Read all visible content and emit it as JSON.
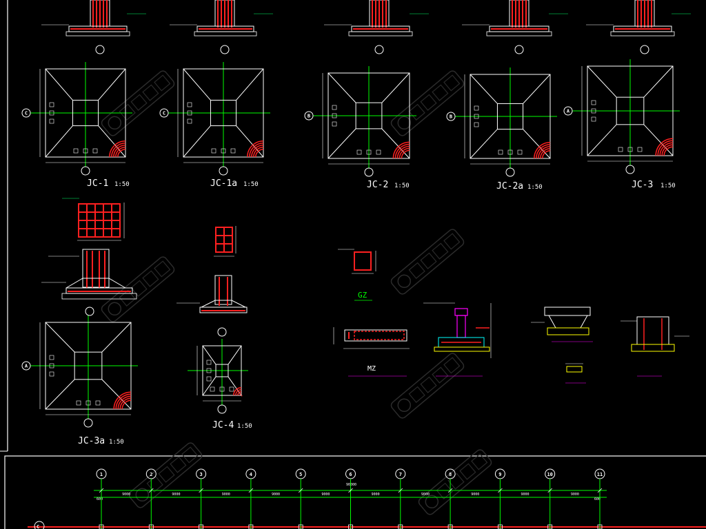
{
  "colors": {
    "background": "#000000",
    "outline": "#ffffff",
    "axis": "#00ff00",
    "rebar": "#ff2020",
    "dimension": "#00ffff",
    "magenta": "#ff00ff",
    "yellow": "#ffff00"
  },
  "footings": {
    "jc1": {
      "title": "JC-1",
      "scale": "1:50",
      "axis": "C"
    },
    "jc1a": {
      "title": "JC-1a",
      "scale": "1:50",
      "axis": "C"
    },
    "jc2": {
      "title": "JC-2",
      "scale": "1:50",
      "axis": "B"
    },
    "jc2a": {
      "title": "JC-2a",
      "scale": "1:50",
      "axis": "B"
    },
    "jc3": {
      "title": "JC-3",
      "scale": "1:50",
      "axis": "A"
    },
    "jc3a": {
      "title": "JC-3a",
      "scale": "1:50",
      "axis": "A"
    },
    "jc4": {
      "title": "JC-4",
      "scale": "1:50",
      "axis": ""
    }
  },
  "details": {
    "gz_title": "GZ",
    "mz_title": "MZ"
  },
  "axis_grid": {
    "labels": [
      "1",
      "2",
      "3",
      "4",
      "5",
      "6",
      "7",
      "8",
      "9",
      "10",
      "11"
    ],
    "spacings": [
      "9000",
      "9000",
      "9000",
      "9000",
      "9000",
      "9000",
      "9000",
      "9000",
      "9000",
      "9000"
    ],
    "total": "90000",
    "end_offset": "600",
    "row_label": "C"
  }
}
